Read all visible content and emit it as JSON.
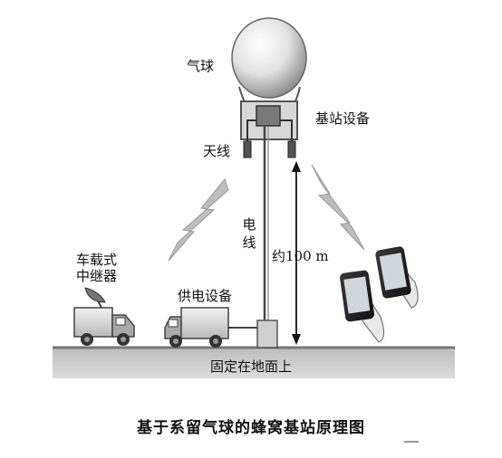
{
  "labels": {
    "balloon": "气球",
    "base_station": "基站设备",
    "antenna": "天线",
    "cable_char1": "电",
    "cable_char2": "线",
    "height": "约100 m",
    "relay_line1": "车载式",
    "relay_line2": "中继器",
    "power_supply": "供电设备",
    "ground": "固定在地面上"
  },
  "caption": "基于系留气球的蜂窝基站原理图"
}
